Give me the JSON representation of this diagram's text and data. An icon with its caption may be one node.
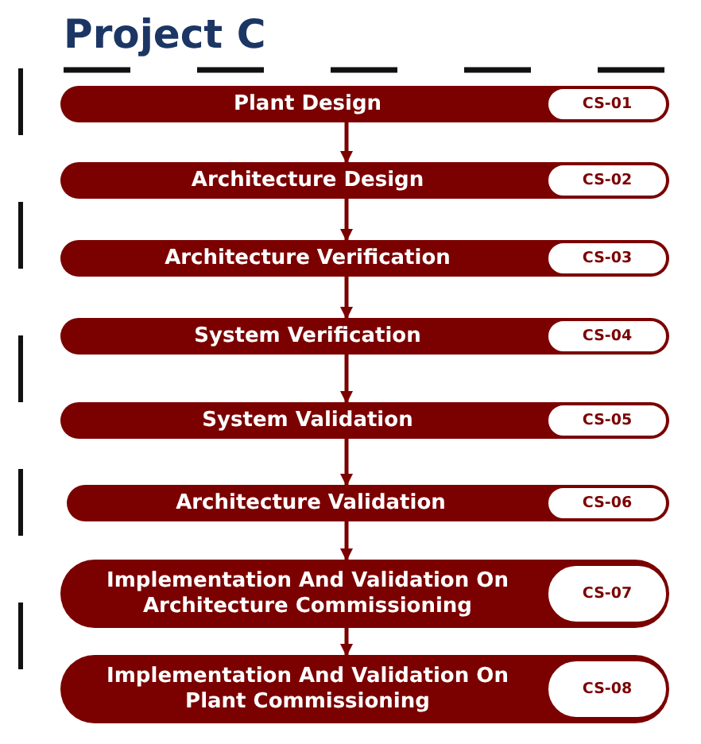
{
  "diagram": {
    "title": "Project C",
    "nodes": [
      {
        "text": [
          "Plant Design"
        ]
      },
      {
        "text": [
          "CS-01"
        ],
        "in": 0
      },
      {
        "text": [
          "Architecture Design"
        ]
      },
      {
        "text": [
          "CS-02"
        ],
        "in": 2
      },
      {
        "text": [
          "Architecture Verification"
        ]
      },
      {
        "text": [
          "CS-03"
        ],
        "in": 4
      },
      {
        "text": [
          "System Verification"
        ]
      },
      {
        "text": [
          "CS-04"
        ],
        "in": 6
      },
      {
        "text": [
          "System Validation"
        ]
      },
      {
        "text": [
          "CS-05"
        ],
        "in": 8
      },
      {
        "text": [
          "Architecture Validation"
        ]
      },
      {
        "text": [
          "CS-06"
        ],
        "in": 10
      },
      {
        "text": [
          "Implementation And Validation On Architecture Commissioning"
        ]
      },
      {
        "text": [
          "CS-07"
        ],
        "in": 12
      },
      {
        "text": [
          "Implementation And Validation On Plant Commissioning"
        ]
      },
      {
        "text": [
          "CS-08"
        ],
        "in": 14
      }
    ],
    "edges": [
      {
        "from": 0,
        "to": 2,
        "arrow": "to"
      },
      {
        "from": 2,
        "to": 4,
        "arrow": "to"
      },
      {
        "from": 4,
        "to": 6,
        "arrow": "to"
      },
      {
        "from": 6,
        "to": 8,
        "arrow": "to"
      },
      {
        "from": 8,
        "to": 10,
        "arrow": "to"
      },
      {
        "from": 10,
        "to": 12,
        "arrow": "to"
      },
      {
        "from": 12,
        "to": 14,
        "arrow": "to"
      }
    ]
  }
}
